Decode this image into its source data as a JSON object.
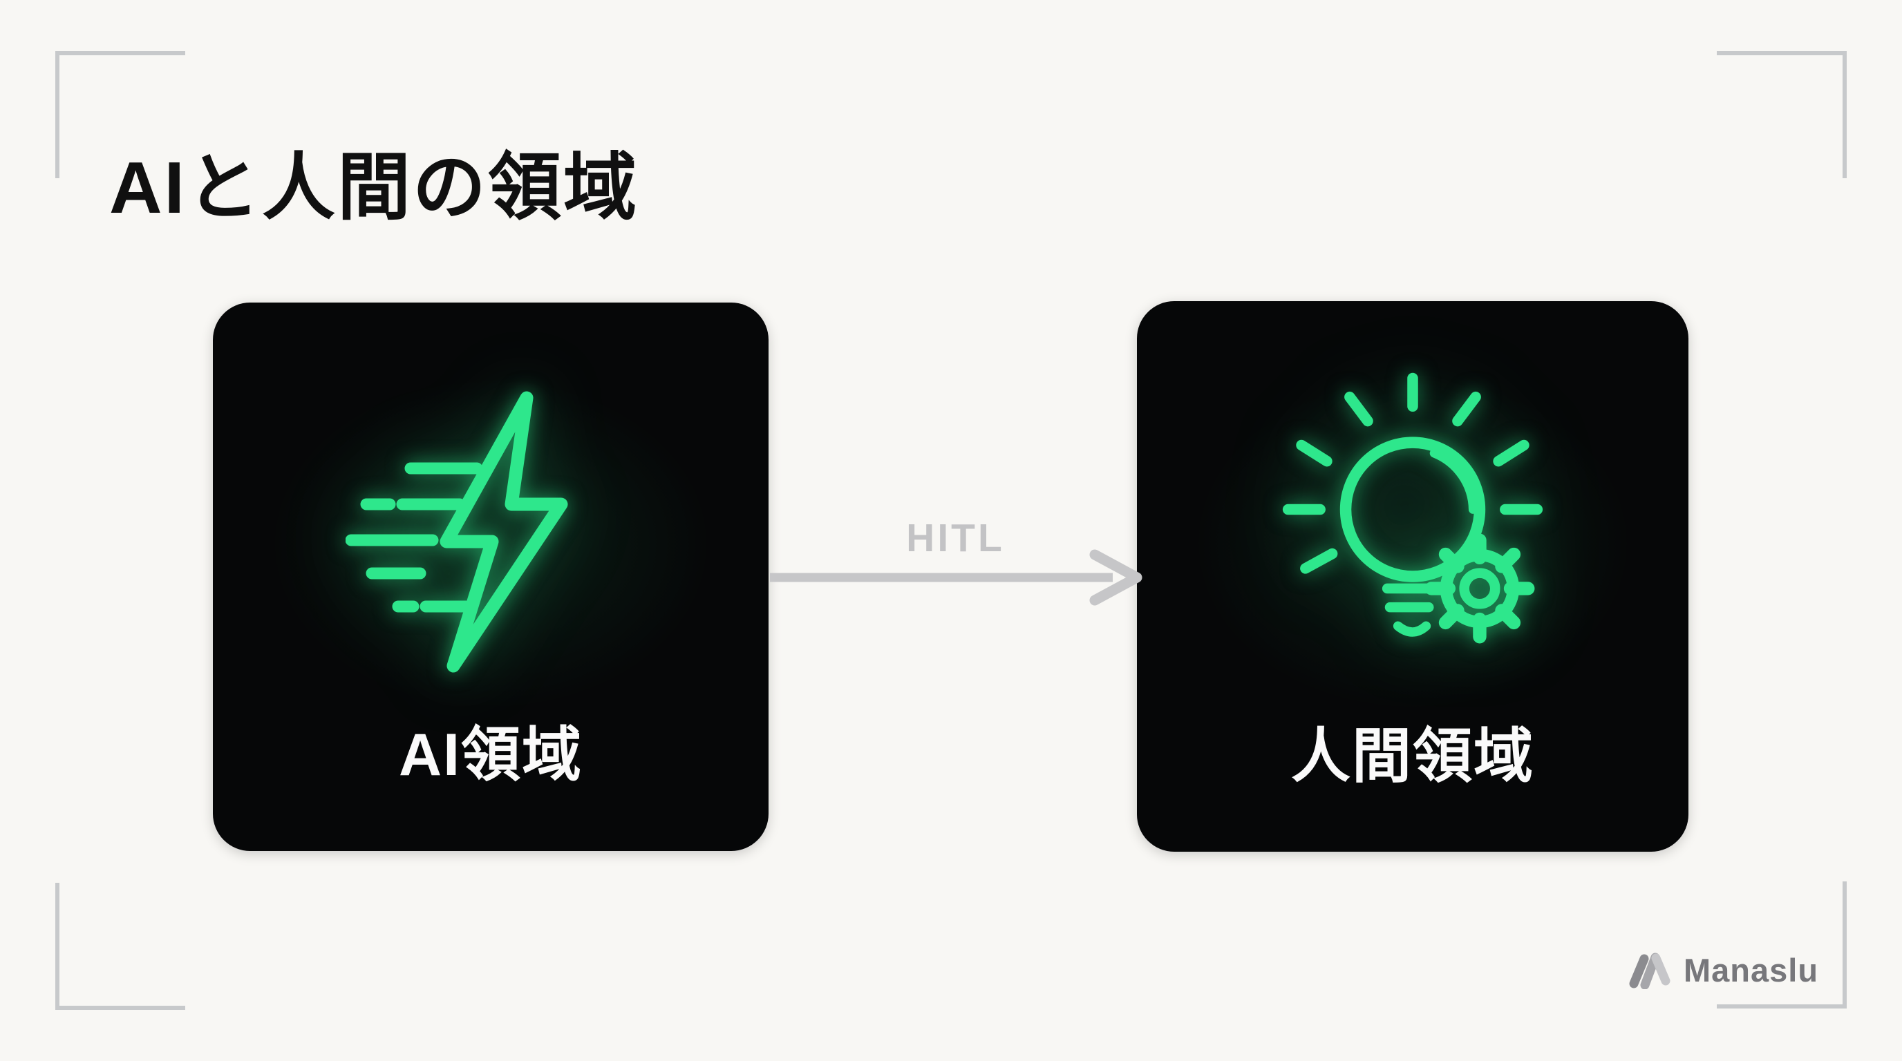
{
  "slide": {
    "title": "AIと人間の領域",
    "arrow": {
      "label": "HITL"
    },
    "cards": [
      {
        "id": "ai-domain",
        "label": "AI領域",
        "icon": "speed-lightning-icon"
      },
      {
        "id": "human-domain",
        "label": "人間領域",
        "icon": "lightbulb-gear-icon"
      }
    ],
    "brand": {
      "name": "Manaslu",
      "icon": "manaslu-mountain-icon"
    },
    "colors": {
      "background": "#f8f7f4",
      "card_background": "#060708",
      "neon_green": "#2ee78c",
      "arrow_gray": "#c6c6c8",
      "bracket_gray": "#c7c9cb",
      "title_black": "#101010",
      "card_label_white": "#fafafa",
      "brand_gray": "#77777b"
    }
  }
}
